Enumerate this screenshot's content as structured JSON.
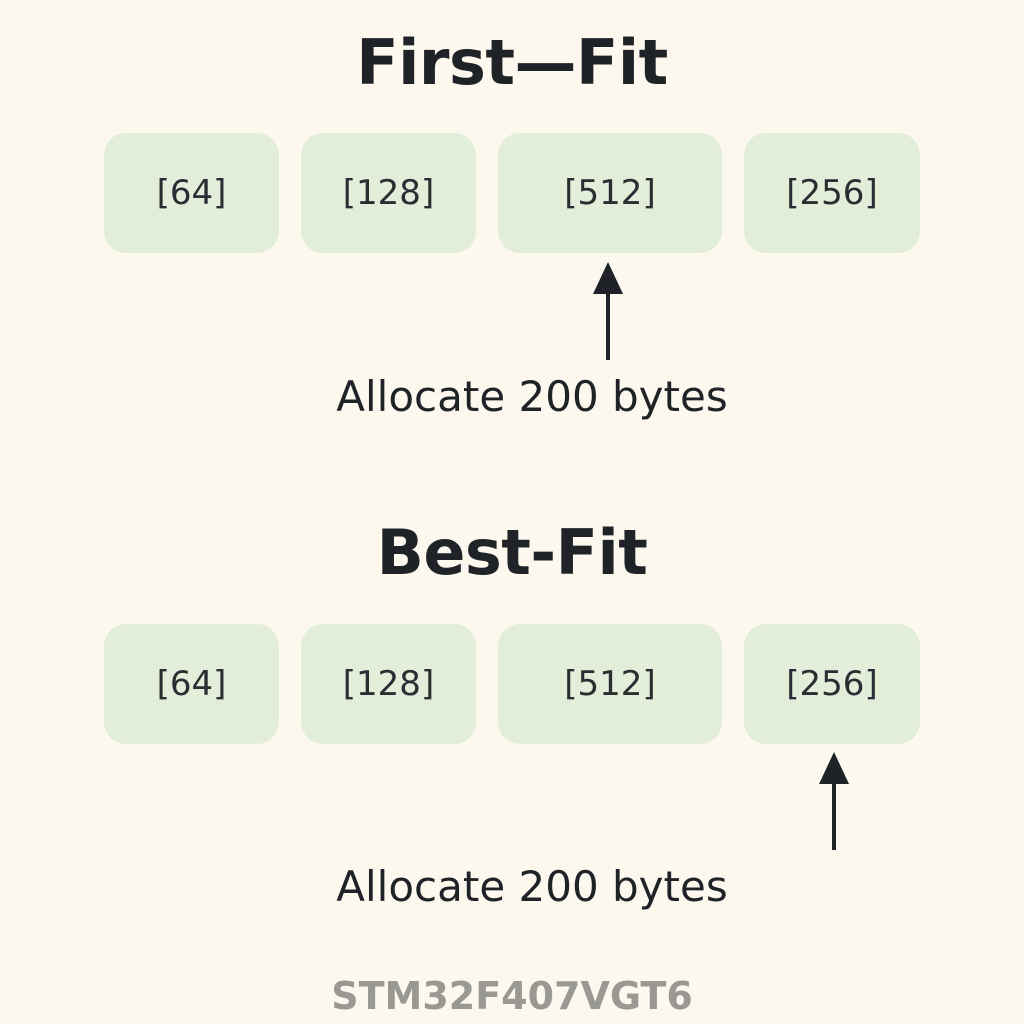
{
  "sections": [
    {
      "title": "First—Fit",
      "blocks": [
        "[64]",
        "[128]",
        "[512]",
        "[256]"
      ],
      "pointer_block_index": 2,
      "label": "Allocate 200 bytes"
    },
    {
      "title": "Best-Fit",
      "blocks": [
        "[64]",
        "[128]",
        "[512]",
        "[256]"
      ],
      "pointer_block_index": 3,
      "label": "Allocate 200 bytes"
    }
  ],
  "footer": "STM32F407VGT6",
  "colors": {
    "background": "#fcf8ee",
    "block_fill": "#e2eed9",
    "text": "#1f2328",
    "arrow": "#1f2328",
    "footer_text": "#9a9893"
  }
}
